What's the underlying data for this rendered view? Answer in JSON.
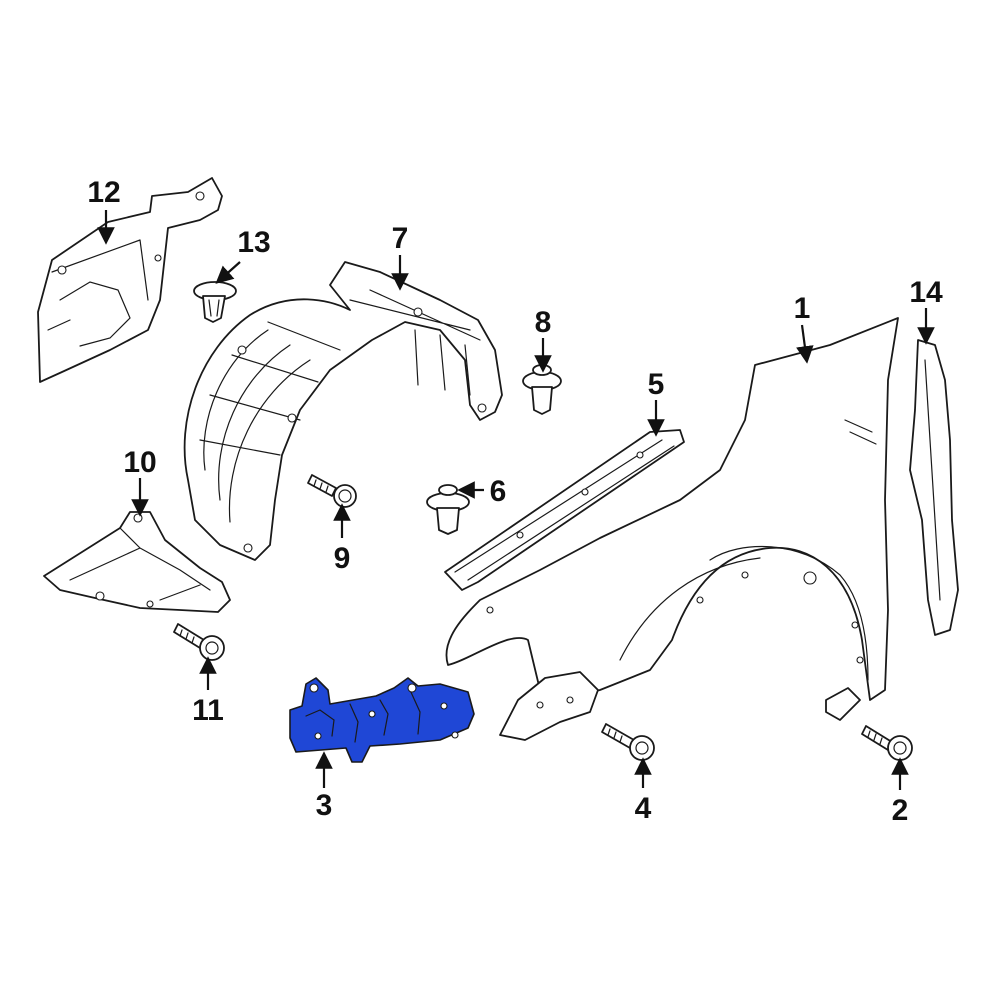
{
  "diagram": {
    "highlight_color": "#1f47d6",
    "line_color": "#1a1a1a",
    "background": "#ffffff",
    "highlighted_part": "3",
    "callouts": {
      "c1": "1",
      "c2": "2",
      "c3": "3",
      "c4": "4",
      "c5": "5",
      "c6": "6",
      "c7": "7",
      "c8": "8",
      "c9": "9",
      "c10": "10",
      "c11": "11",
      "c12": "12",
      "c13": "13",
      "c14": "14"
    }
  }
}
